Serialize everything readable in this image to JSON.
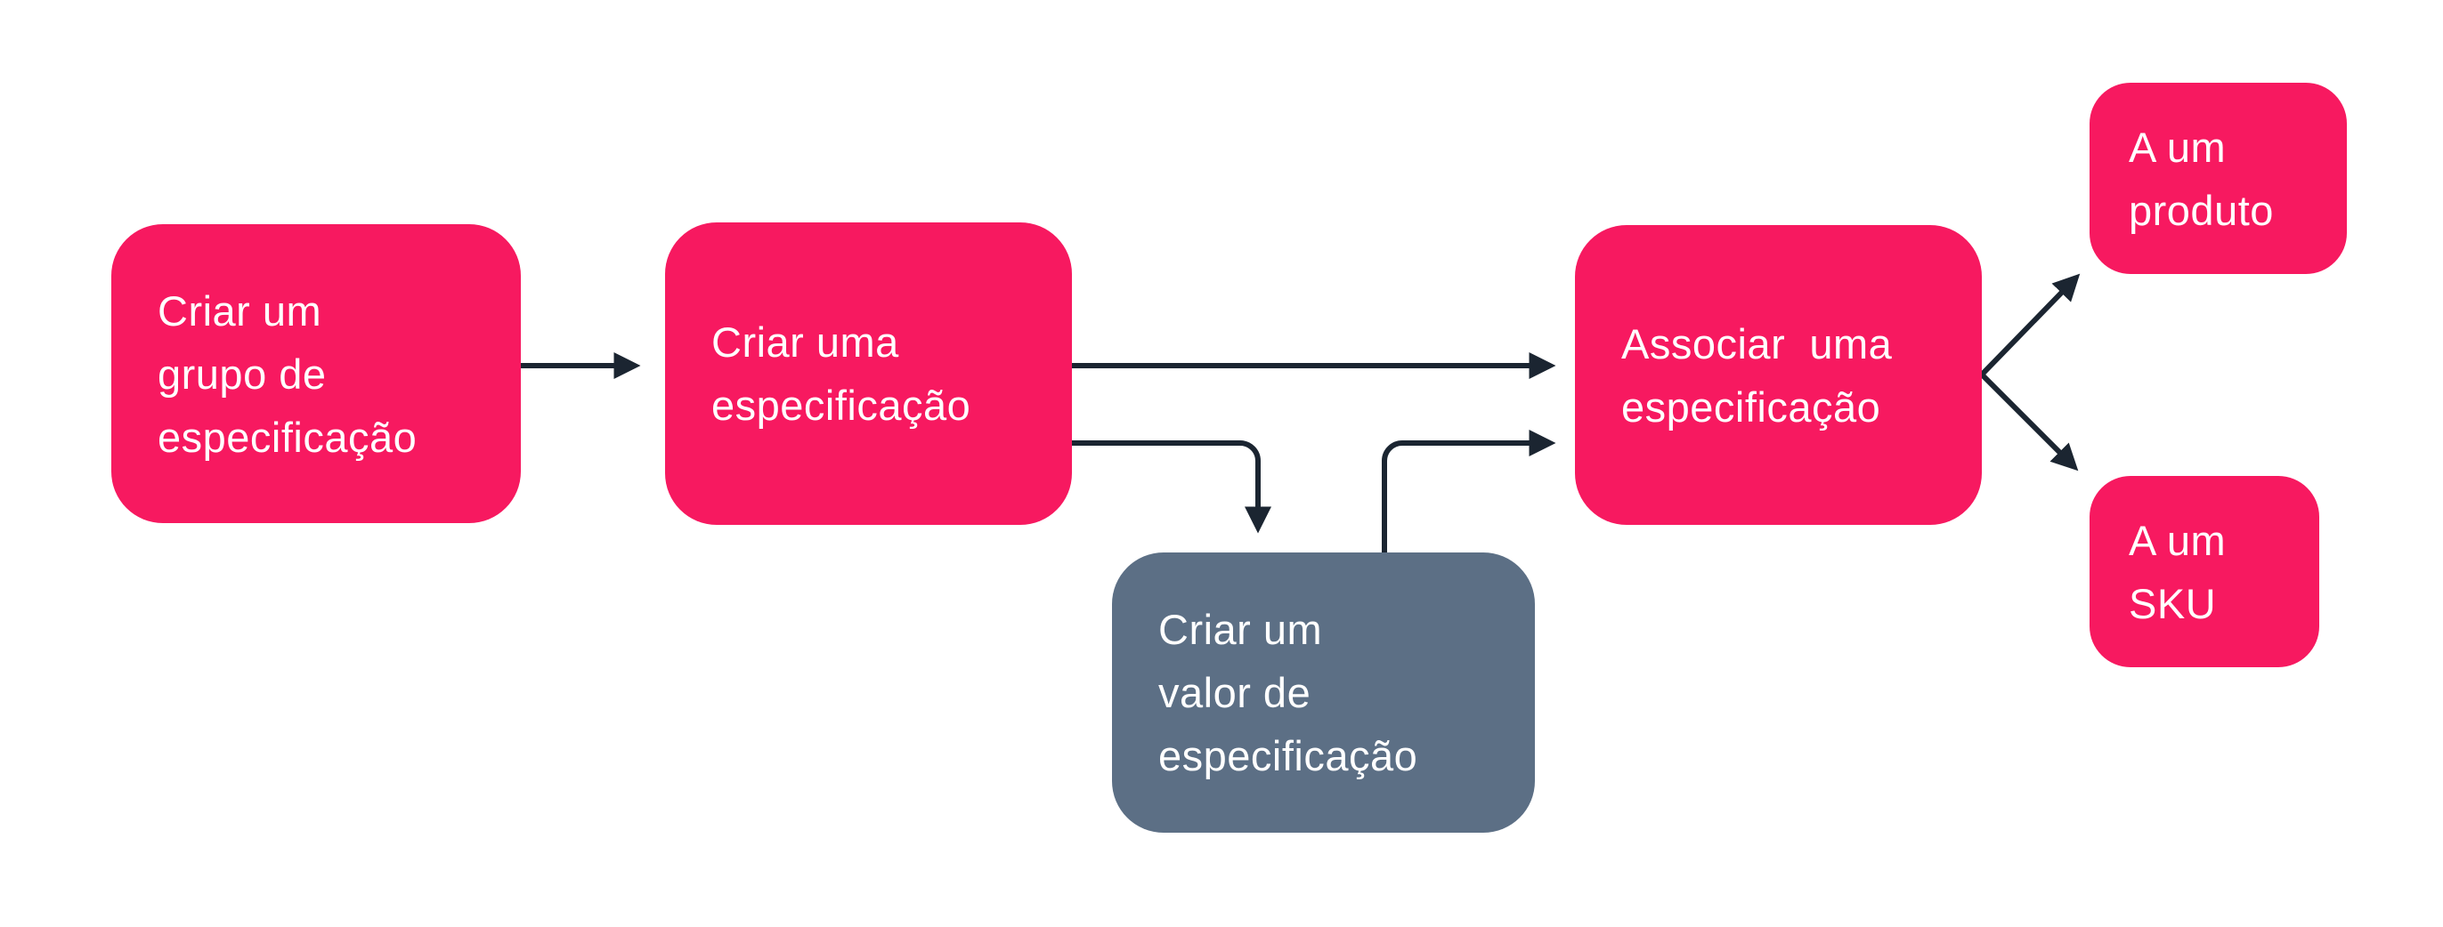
{
  "colors": {
    "node_primary": "#F71960",
    "node_secondary": "#5C6F85",
    "connector": "#1B2531",
    "node_text": "#FFFFFF",
    "background": "#FFFFFF"
  },
  "diagram": {
    "type": "flowchart",
    "nodes": [
      {
        "id": "create-spec-group",
        "label": "Criar um\ngrupo de\nespecificação",
        "variant": "primary"
      },
      {
        "id": "create-spec",
        "label": "Criar uma\nespecificação",
        "variant": "primary"
      },
      {
        "id": "create-spec-value",
        "label": "Criar um\nvalor de\nespecificação",
        "variant": "secondary"
      },
      {
        "id": "associate-spec",
        "label": "Associar  uma\nespecificação",
        "variant": "primary"
      },
      {
        "id": "to-product",
        "label": "A um\nproduto",
        "variant": "primary"
      },
      {
        "id": "to-sku",
        "label": "A um\nSKU",
        "variant": "primary"
      }
    ],
    "edges": [
      {
        "from": "create-spec-group",
        "to": "create-spec"
      },
      {
        "from": "create-spec",
        "to": "associate-spec"
      },
      {
        "from": "create-spec",
        "to": "create-spec-value"
      },
      {
        "from": "create-spec-value",
        "to": "associate-spec"
      },
      {
        "from": "associate-spec",
        "to": "to-product"
      },
      {
        "from": "associate-spec",
        "to": "to-sku"
      }
    ]
  }
}
